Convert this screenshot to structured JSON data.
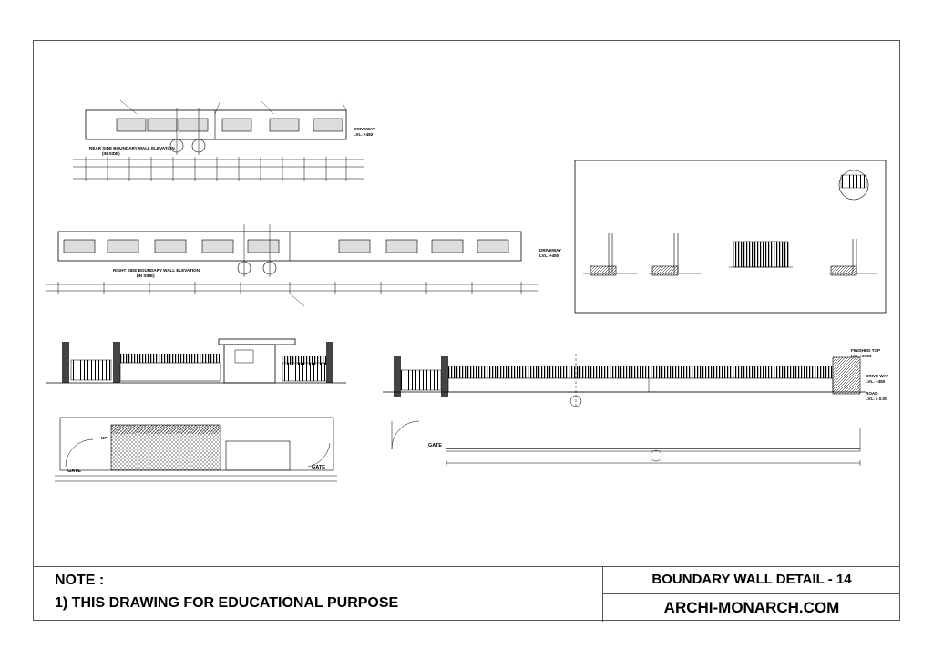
{
  "labels": {
    "rear_title": "REAR SIDE BOUNDARY WALL ELEVATION",
    "rear_sub": "(IN SIDE)",
    "right_title": "RIGHT SIDE BOUNDARY WALL ELEVATION",
    "right_sub": "(IN SIDE)",
    "driveway": "DRIVEWAY",
    "driveway_lvl": "LVL. +450",
    "finished_top": "FINISHED TOP",
    "finished_lvl": "LVL.+2750",
    "drive_way": "DRIVE WAY",
    "road": "ROAD",
    "road_lvl": "LVL. ± 0.00",
    "gate": "GATE",
    "up": "UP"
  },
  "titleblock": {
    "note_heading": "NOTE :",
    "note_line": "1) THIS DRAWING FOR EDUCATIONAL PURPOSE",
    "sheet_title": "BOUNDARY WALL DETAIL - 14",
    "site": "ARCHI-MONARCH.COM"
  },
  "colors": {
    "line": "#000000",
    "border": "#555555",
    "paper": "#ffffff"
  }
}
